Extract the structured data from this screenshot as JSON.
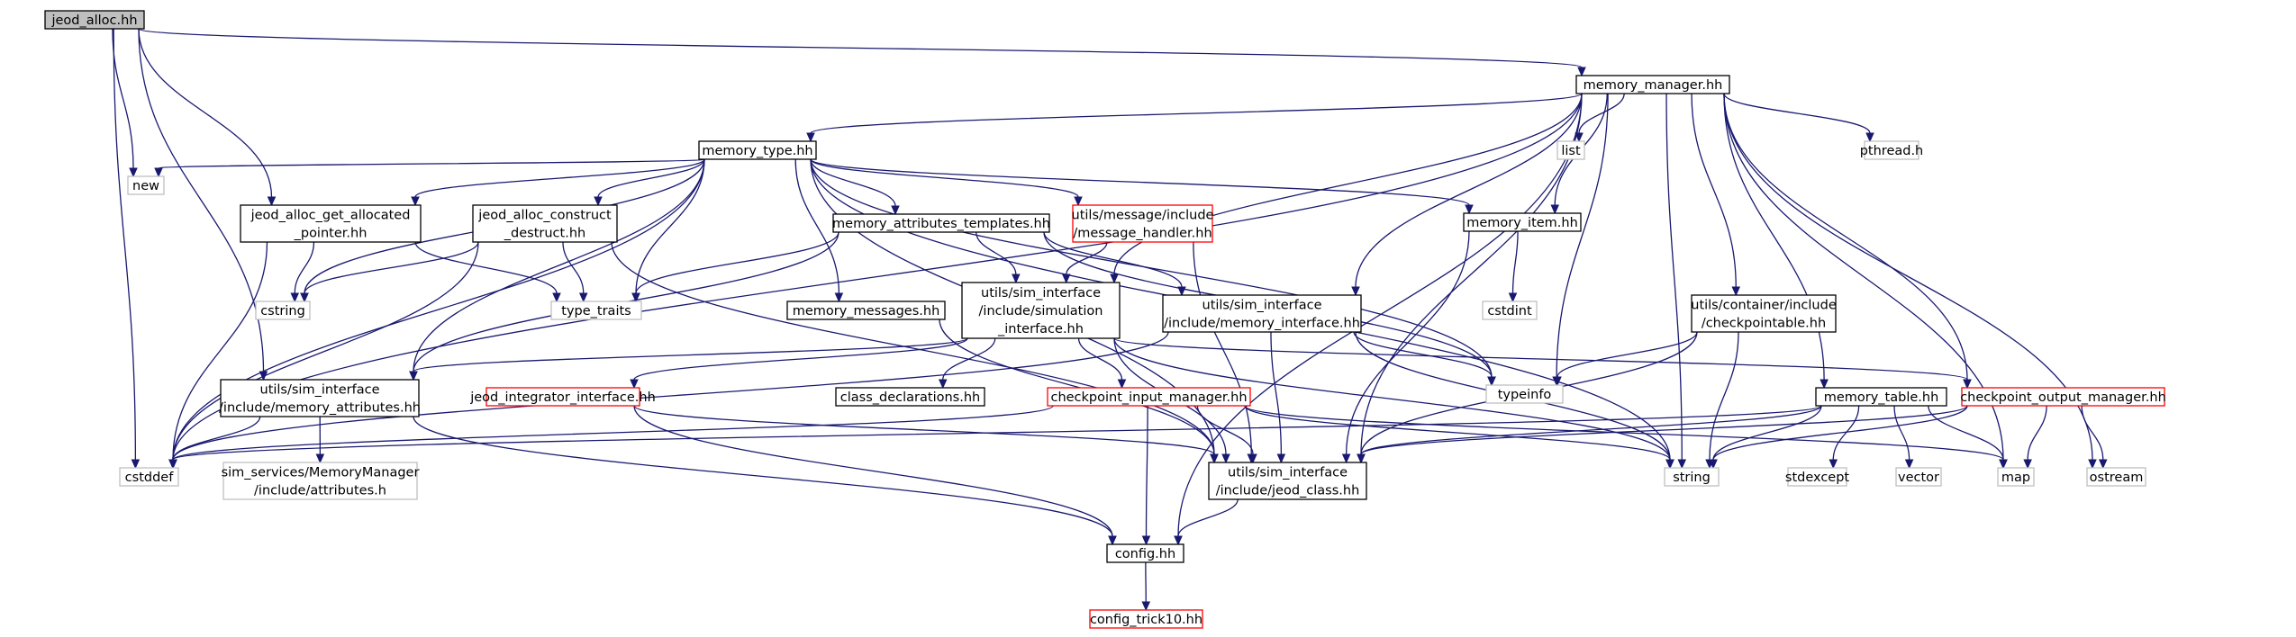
{
  "diagram": {
    "colors": {
      "edge": "#191970",
      "root_fill": "#bfbfbf",
      "node_border_documented": "#000000",
      "node_border_external": "#bfbfbf",
      "node_border_undocumented": "#ff0000"
    },
    "nodes": [
      {
        "id": "jeod_alloc",
        "lines": [
          "jeod_alloc.hh"
        ],
        "style": "root"
      },
      {
        "id": "memory_manager",
        "lines": [
          "memory_manager.hh"
        ],
        "style": "doc"
      },
      {
        "id": "memory_type",
        "lines": [
          "memory_type.hh"
        ],
        "style": "doc"
      },
      {
        "id": "list",
        "lines": [
          "list"
        ],
        "style": "ext"
      },
      {
        "id": "pthread",
        "lines": [
          "pthread.h"
        ],
        "style": "ext"
      },
      {
        "id": "new",
        "lines": [
          "new"
        ],
        "style": "ext"
      },
      {
        "id": "get_allocated_pointer",
        "lines": [
          "jeod_alloc_get_allocated",
          "_pointer.hh"
        ],
        "style": "doc"
      },
      {
        "id": "construct_destruct",
        "lines": [
          "jeod_alloc_construct",
          "_destruct.hh"
        ],
        "style": "doc"
      },
      {
        "id": "memory_attributes_templates",
        "lines": [
          "memory_attributes_templates.hh"
        ],
        "style": "doc"
      },
      {
        "id": "message_handler",
        "lines": [
          "utils/message/include",
          "/message_handler.hh"
        ],
        "style": "red"
      },
      {
        "id": "memory_item",
        "lines": [
          "memory_item.hh"
        ],
        "style": "doc"
      },
      {
        "id": "cstdint",
        "lines": [
          "cstdint"
        ],
        "style": "ext"
      },
      {
        "id": "checkpointable",
        "lines": [
          "utils/container/include",
          "/checkpointable.hh"
        ],
        "style": "doc"
      },
      {
        "id": "cstring",
        "lines": [
          "cstring"
        ],
        "style": "ext"
      },
      {
        "id": "type_traits",
        "lines": [
          "type_traits"
        ],
        "style": "ext"
      },
      {
        "id": "memory_messages",
        "lines": [
          "memory_messages.hh"
        ],
        "style": "doc"
      },
      {
        "id": "simulation_interface",
        "lines": [
          "utils/sim_interface",
          "/include/simulation",
          "_interface.hh"
        ],
        "style": "doc"
      },
      {
        "id": "memory_interface",
        "lines": [
          "utils/sim_interface",
          "/include/memory_interface.hh"
        ],
        "style": "doc"
      },
      {
        "id": "typeinfo",
        "lines": [
          "typeinfo"
        ],
        "style": "ext"
      },
      {
        "id": "memory_attributes",
        "lines": [
          "utils/sim_interface",
          "/include/memory_attributes.hh"
        ],
        "style": "doc"
      },
      {
        "id": "integrator_interface",
        "lines": [
          "jeod_integrator_interface.hh"
        ],
        "style": "red"
      },
      {
        "id": "class_declarations",
        "lines": [
          "class_declarations.hh"
        ],
        "style": "doc"
      },
      {
        "id": "checkpoint_input_manager",
        "lines": [
          "checkpoint_input_manager.hh"
        ],
        "style": "red"
      },
      {
        "id": "memory_table",
        "lines": [
          "memory_table.hh"
        ],
        "style": "doc"
      },
      {
        "id": "checkpoint_output_manager",
        "lines": [
          "checkpoint_output_manager.hh"
        ],
        "style": "red"
      },
      {
        "id": "cstddef",
        "lines": [
          "cstddef"
        ],
        "style": "ext"
      },
      {
        "id": "attributes_h",
        "lines": [
          "sim_services/MemoryManager",
          "/include/attributes.h"
        ],
        "style": "ext"
      },
      {
        "id": "jeod_class",
        "lines": [
          "utils/sim_interface",
          "/include/jeod_class.hh"
        ],
        "style": "doc"
      },
      {
        "id": "string",
        "lines": [
          "string"
        ],
        "style": "ext"
      },
      {
        "id": "stdexcept",
        "lines": [
          "stdexcept"
        ],
        "style": "ext"
      },
      {
        "id": "vector",
        "lines": [
          "vector"
        ],
        "style": "ext"
      },
      {
        "id": "map",
        "lines": [
          "map"
        ],
        "style": "ext"
      },
      {
        "id": "ostream",
        "lines": [
          "ostream"
        ],
        "style": "ext"
      },
      {
        "id": "config",
        "lines": [
          "config.hh"
        ],
        "style": "doc"
      },
      {
        "id": "config_trick10",
        "lines": [
          "config_trick10.hh"
        ],
        "style": "red"
      }
    ],
    "edges": [
      [
        "jeod_alloc",
        "memory_manager"
      ],
      [
        "jeod_alloc",
        "new"
      ],
      [
        "jeod_alloc",
        "get_allocated_pointer"
      ],
      [
        "jeod_alloc",
        "memory_attributes"
      ],
      [
        "jeod_alloc",
        "cstddef"
      ],
      [
        "memory_manager",
        "memory_type"
      ],
      [
        "memory_manager",
        "list"
      ],
      [
        "memory_manager",
        "pthread"
      ],
      [
        "memory_manager",
        "memory_item"
      ],
      [
        "memory_manager",
        "checkpointable"
      ],
      [
        "memory_manager",
        "simulation_interface"
      ],
      [
        "memory_manager",
        "memory_interface"
      ],
      [
        "memory_manager",
        "typeinfo"
      ],
      [
        "memory_manager",
        "memory_table"
      ],
      [
        "memory_manager",
        "checkpoint_output_manager"
      ],
      [
        "memory_manager",
        "jeod_class"
      ],
      [
        "memory_manager",
        "string"
      ],
      [
        "memory_manager",
        "map"
      ],
      [
        "memory_manager",
        "ostream"
      ],
      [
        "memory_manager",
        "config"
      ],
      [
        "memory_manager",
        "cstddef"
      ],
      [
        "memory_type",
        "new"
      ],
      [
        "memory_type",
        "get_allocated_pointer"
      ],
      [
        "memory_type",
        "construct_destruct"
      ],
      [
        "memory_type",
        "memory_attributes_templates"
      ],
      [
        "memory_type",
        "message_handler"
      ],
      [
        "memory_type",
        "memory_item"
      ],
      [
        "memory_type",
        "memory_messages"
      ],
      [
        "memory_type",
        "cstring"
      ],
      [
        "memory_type",
        "type_traits"
      ],
      [
        "memory_type",
        "typeinfo"
      ],
      [
        "memory_type",
        "memory_attributes"
      ],
      [
        "memory_type",
        "jeod_class"
      ],
      [
        "memory_type",
        "string"
      ],
      [
        "memory_type",
        "cstddef"
      ],
      [
        "get_allocated_pointer",
        "cstring"
      ],
      [
        "get_allocated_pointer",
        "type_traits"
      ],
      [
        "get_allocated_pointer",
        "cstddef"
      ],
      [
        "construct_destruct",
        "cstring"
      ],
      [
        "construct_destruct",
        "type_traits"
      ],
      [
        "construct_destruct",
        "cstddef"
      ],
      [
        "construct_destruct",
        "jeod_class"
      ],
      [
        "memory_attributes_templates",
        "type_traits"
      ],
      [
        "memory_attributes_templates",
        "simulation_interface"
      ],
      [
        "memory_attributes_templates",
        "memory_interface"
      ],
      [
        "memory_attributes_templates",
        "typeinfo"
      ],
      [
        "memory_attributes_templates",
        "memory_attributes"
      ],
      [
        "message_handler",
        "simulation_interface"
      ],
      [
        "message_handler",
        "jeod_class"
      ],
      [
        "memory_item",
        "cstdint"
      ],
      [
        "memory_item",
        "jeod_class"
      ],
      [
        "checkpointable",
        "typeinfo"
      ],
      [
        "checkpointable",
        "string"
      ],
      [
        "checkpointable",
        "jeod_class"
      ],
      [
        "memory_messages",
        "jeod_class"
      ],
      [
        "simulation_interface",
        "memory_attributes"
      ],
      [
        "simulation_interface",
        "integrator_interface"
      ],
      [
        "simulation_interface",
        "class_declarations"
      ],
      [
        "simulation_interface",
        "checkpoint_input_manager"
      ],
      [
        "simulation_interface",
        "checkpoint_output_manager"
      ],
      [
        "simulation_interface",
        "jeod_class"
      ],
      [
        "simulation_interface",
        "string"
      ],
      [
        "memory_interface",
        "typeinfo"
      ],
      [
        "memory_interface",
        "string"
      ],
      [
        "memory_interface",
        "jeod_class"
      ],
      [
        "memory_interface",
        "cstddef"
      ],
      [
        "memory_attributes",
        "attributes_h"
      ],
      [
        "memory_attributes",
        "cstddef"
      ],
      [
        "memory_attributes",
        "config"
      ],
      [
        "integrator_interface",
        "jeod_class"
      ],
      [
        "integrator_interface",
        "config"
      ],
      [
        "checkpoint_input_manager",
        "jeod_class"
      ],
      [
        "checkpoint_input_manager",
        "string"
      ],
      [
        "checkpoint_input_manager",
        "map"
      ],
      [
        "checkpoint_input_manager",
        "cstddef"
      ],
      [
        "checkpoint_input_manager",
        "config"
      ],
      [
        "memory_table",
        "jeod_class"
      ],
      [
        "memory_table",
        "string"
      ],
      [
        "memory_table",
        "stdexcept"
      ],
      [
        "memory_table",
        "vector"
      ],
      [
        "memory_table",
        "map"
      ],
      [
        "memory_table",
        "cstddef"
      ],
      [
        "checkpoint_output_manager",
        "jeod_class"
      ],
      [
        "checkpoint_output_manager",
        "string"
      ],
      [
        "checkpoint_output_manager",
        "map"
      ],
      [
        "checkpoint_output_manager",
        "ostream"
      ],
      [
        "jeod_class",
        "config"
      ],
      [
        "config",
        "config_trick10"
      ]
    ]
  }
}
